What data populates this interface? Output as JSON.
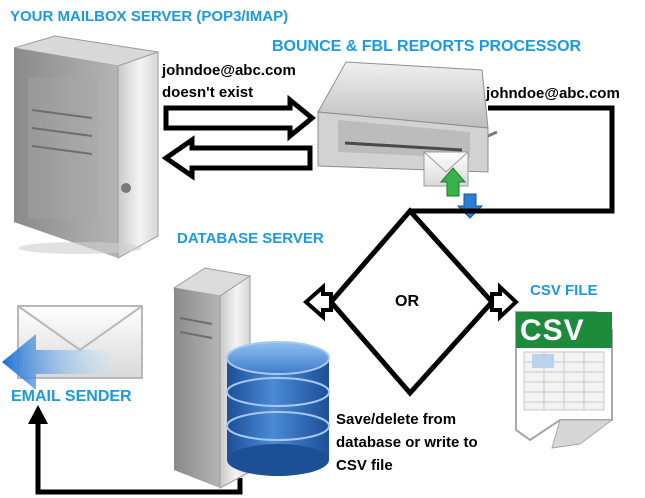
{
  "labels": {
    "mailbox_server": "YOUR MAILBOX SERVER (POP3/IMAP)",
    "processor": "BOUNCE & FBL REPORTS PROCESSOR",
    "database_server": "DATABASE SERVER",
    "csv_file": "CSV FILE",
    "email_sender": "EMAIL SENDER",
    "or": "OR",
    "csv_icon_text": "CSV"
  },
  "messages": {
    "bounce_line1": "johndoe@abc.com",
    "bounce_line2": "doesn't exist",
    "processor_address": "johndoe@abc.com",
    "action_line1": "Save/delete from",
    "action_line2": "database  or write to",
    "action_line3": "CSV file"
  },
  "colors": {
    "label_blue": "#1a9be0",
    "csv_green": "#1e8a3c",
    "db_blue": "#2f6db5",
    "arrow_green": "#2ea84a",
    "arrow_blue": "#2a7fd4"
  }
}
